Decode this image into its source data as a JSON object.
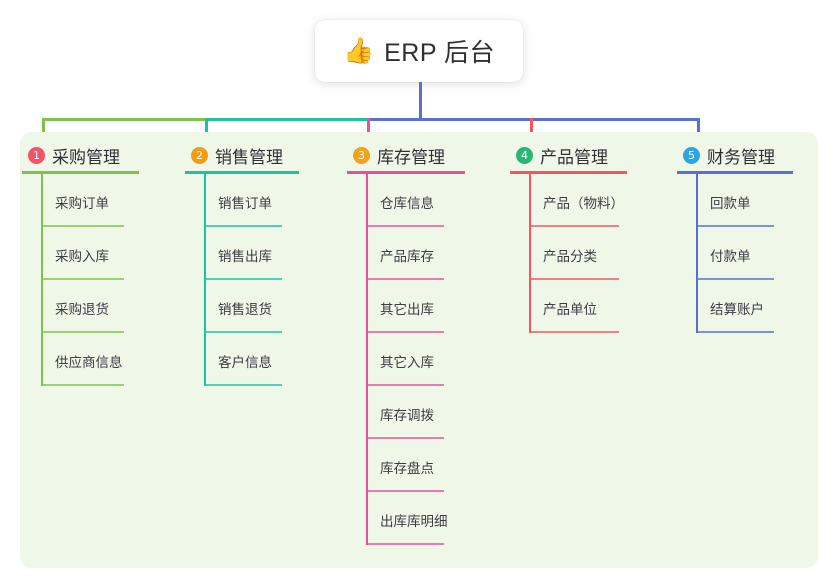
{
  "root": {
    "icon": "thumbs-up-emoji",
    "emoji": "👍",
    "title": "ERP 后台"
  },
  "panel": {
    "background_color": "#eff7e9"
  },
  "columns": [
    {
      "index": "1",
      "title": "采购管理",
      "color": "#7dc24e",
      "badge_color": "#f4536a",
      "head_rule_width": 117,
      "item_rule_width": 83,
      "items": [
        {
          "label": "采购订单"
        },
        {
          "label": "采购入库"
        },
        {
          "label": "采购退货"
        },
        {
          "label": "供应商信息"
        }
      ]
    },
    {
      "index": "2",
      "title": "销售管理",
      "color": "#1fc0a6",
      "badge_color": "#f39c12",
      "head_rule_width": 114,
      "item_rule_width": 78,
      "items": [
        {
          "label": "销售订单"
        },
        {
          "label": "销售出库"
        },
        {
          "label": "销售退货"
        },
        {
          "label": "客户信息"
        }
      ]
    },
    {
      "index": "3",
      "title": "库存管理",
      "color": "#e8509b",
      "badge_color": "#f0a31b",
      "head_rule_width": 118,
      "item_rule_width": 78,
      "items": [
        {
          "label": "仓库信息"
        },
        {
          "label": "产品库存"
        },
        {
          "label": "其它出库"
        },
        {
          "label": "其它入库"
        },
        {
          "label": "库存调拨"
        },
        {
          "label": "库存盘点"
        },
        {
          "label": "出库库明细"
        }
      ]
    },
    {
      "index": "4",
      "title": "产品管理",
      "color": "#f4565c",
      "badge_color": "#2bb673",
      "head_rule_width": 117,
      "item_rule_width": 90,
      "items": [
        {
          "label": "产品（物料）"
        },
        {
          "label": "产品分类"
        },
        {
          "label": "产品单位"
        }
      ]
    },
    {
      "index": "5",
      "title": "财务管理",
      "color": "#5b6fd0",
      "badge_color": "#2aa7e0",
      "head_rule_width": 116,
      "item_rule_width": 78,
      "items": [
        {
          "label": "回款单"
        },
        {
          "label": "付款单"
        },
        {
          "label": "结算账户"
        }
      ]
    }
  ],
  "connectors": {
    "stem_color": "#5b6fd0",
    "bus_segments": [
      {
        "from": "采购管理",
        "to": "销售管理",
        "color": "#7dc24e"
      },
      {
        "from": "销售管理",
        "to": "库存管理",
        "color": "#1fc0a6"
      },
      {
        "from": "库存管理",
        "to": "财务管理",
        "color": "#5b6fd0"
      }
    ]
  }
}
